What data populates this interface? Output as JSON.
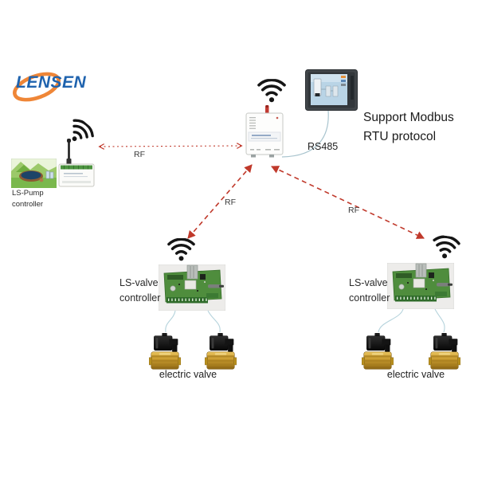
{
  "logo": {
    "text": "LENSEN"
  },
  "note": {
    "line1": "Support Modbus",
    "line2": "RTU protocol"
  },
  "pump": {
    "label_line1": "LS-Pump",
    "label_line2": "controller"
  },
  "valve_left": {
    "label_line1": "LS-valve",
    "label_line2": "controller",
    "valve_label": "electric valve"
  },
  "valve_right": {
    "label_line1": "LS-valve",
    "label_line2": "controller",
    "valve_label": "electric valve"
  },
  "links": {
    "rf_pump": "RF",
    "rf_left": "RF",
    "rf_right": "RF",
    "rs485": "RS485"
  },
  "colors": {
    "logo_blue": "#1f63ae",
    "logo_orange": "#ef8637",
    "rf_red": "#c0392b",
    "wifi_black": "#151515",
    "cable_blue": "#aecdd8",
    "pcb_green": "#4f8d3d",
    "valve_brass": "#c89a2e",
    "hmi_frame": "#41464a",
    "hmi_screen": "#b9d4e6"
  },
  "icons": {
    "wifi": "wifi-icon (three arcs + dot)",
    "antenna": "antenna-icon (rod on device)"
  }
}
